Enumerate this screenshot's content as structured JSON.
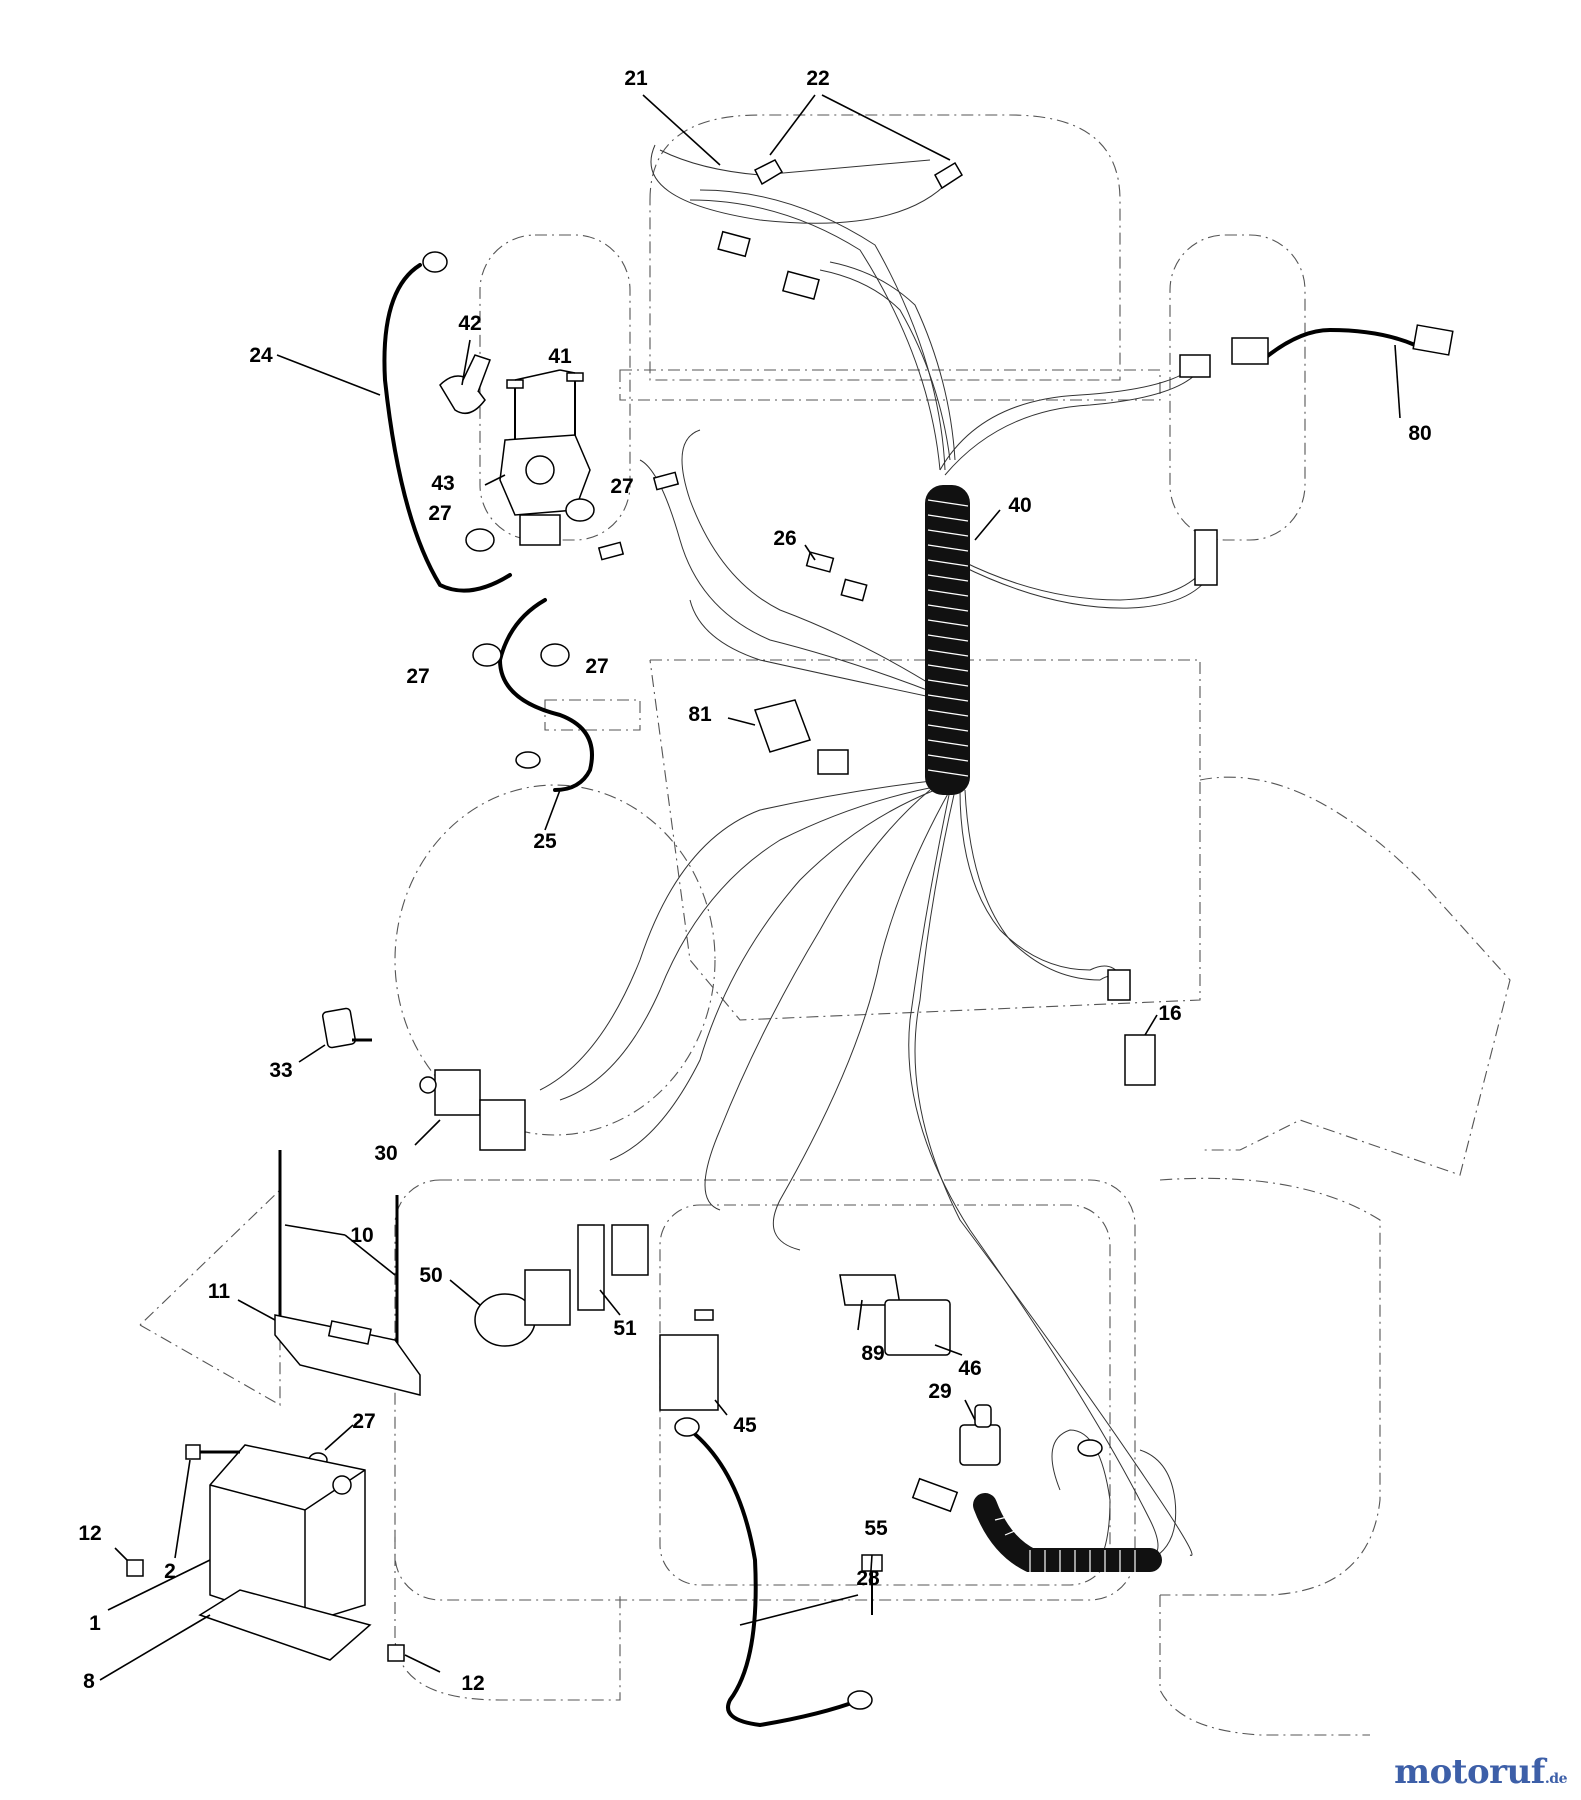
{
  "labels": [
    "21",
    "22",
    "24",
    "42",
    "41",
    "43",
    "27",
    "27",
    "27",
    "27",
    "27",
    "40",
    "26",
    "80",
    "81",
    "25",
    "16",
    "33",
    "30",
    "10",
    "11",
    "50",
    "51",
    "89",
    "46",
    "29",
    "45",
    "55",
    "28",
    "12",
    "2",
    "1",
    "8",
    "12"
  ],
  "watermark": {
    "main": "motoruf",
    "suffix": ".de"
  },
  "colors": {
    "ink": "#000000",
    "ghost": "#555555",
    "watermark": "#3d5fa8"
  }
}
